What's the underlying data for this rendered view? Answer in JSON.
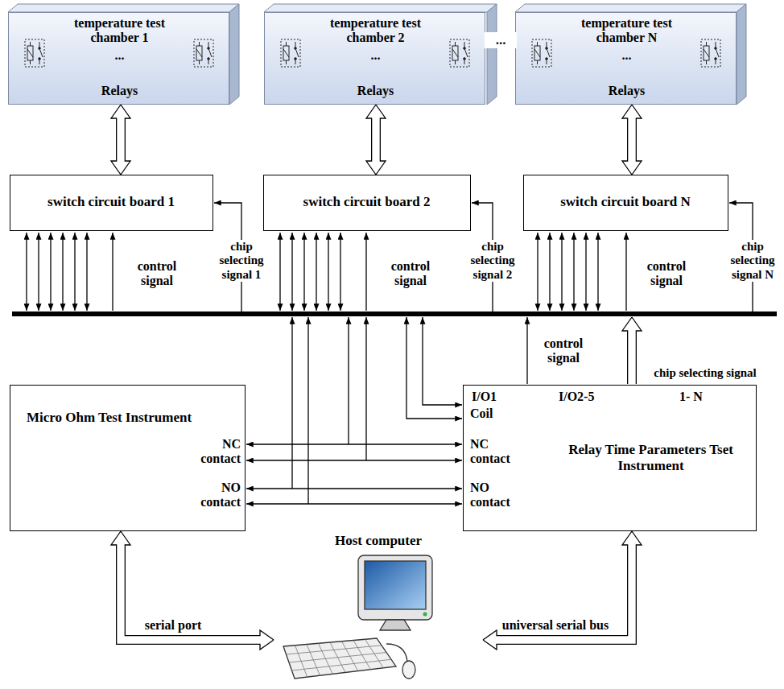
{
  "diagram": {
    "nodes": [
      {
        "text": [
          "temperature test chamber 1",
          "...",
          "Relays"
        ]
      },
      {
        "text": [
          "temperature test chamber 2",
          "...",
          "Relays"
        ]
      },
      {
        "text": [
          "temperature test chamber N",
          "...",
          "Relays"
        ]
      },
      {
        "text": [
          "switch circuit board 1"
        ]
      },
      {
        "text": [
          "switch circuit board 2"
        ]
      },
      {
        "text": [
          "switch circuit board N"
        ]
      },
      {
        "text": [
          "Micro Ohm Test Instrument",
          "NC contact",
          "NO contact"
        ]
      },
      {
        "text": [
          "I/O1",
          "I/O2-5",
          "1- N",
          "Coil",
          "NC contact",
          "NO contact",
          "Relay Time Parameters Tset Instrument"
        ]
      },
      {
        "text": [
          "Host computer"
        ]
      }
    ],
    "edges": [
      {
        "from": 0,
        "to": 3,
        "arrow": "both"
      },
      {
        "from": 1,
        "to": 4,
        "arrow": "both"
      },
      {
        "from": 2,
        "to": 5,
        "arrow": "both"
      },
      {
        "from": 6,
        "to": 7,
        "arrow": "both"
      },
      {
        "from": 6,
        "to": 7,
        "arrow": "both"
      },
      {
        "from": 6,
        "to": 7,
        "arrow": "both"
      },
      {
        "from": 6,
        "to": 7,
        "arrow": "both"
      },
      {
        "from": 6,
        "to": 8,
        "label": "serial port",
        "arrow": "both"
      },
      {
        "from": 8,
        "to": 7,
        "label": "universal serial bus",
        "arrow": "both"
      }
    ],
    "labels": [
      "...",
      "control signal",
      "chip selecting signal 1",
      "control signal",
      "chip selecting signal 2",
      "control signal",
      "chip selecting signal N",
      "control signal",
      "chip selecting signal"
    ]
  }
}
